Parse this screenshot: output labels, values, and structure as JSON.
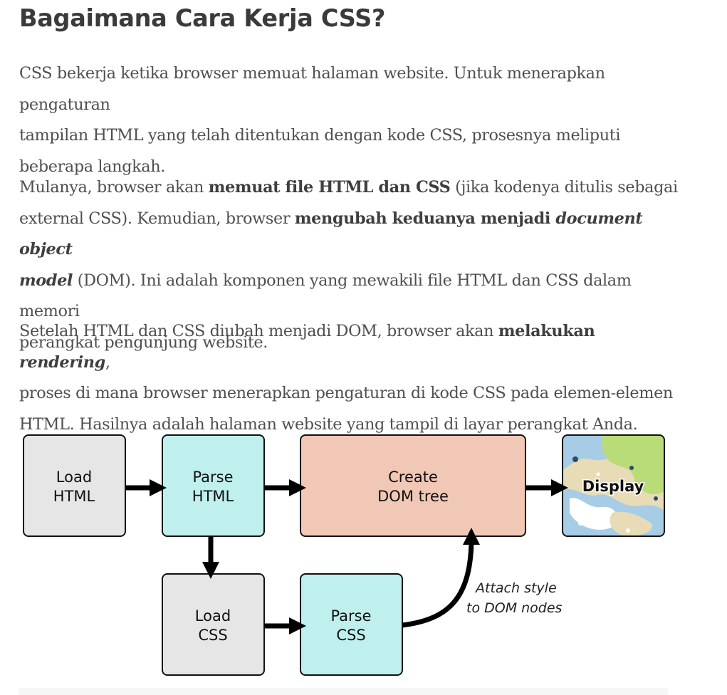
{
  "heading": "Bagaimana Cara Kerja CSS?",
  "paragraph1": {
    "lines": [
      "CSS bekerja ketika browser memuat halaman website. Untuk menerapkan pengaturan",
      "tampilan HTML yang telah ditentukan dengan kode CSS, prosesnya meliputi",
      "beberapa langkah."
    ]
  },
  "paragraph2": {
    "l1a": "Mulanya, browser akan ",
    "l1b": "memuat file HTML dan CSS",
    "l1c": " (jika kodenya ditulis sebagai",
    "l2a": "external CSS). Kemudian, browser ",
    "l2b": "mengubah keduanya menjadi ",
    "l2c": "document object",
    "l3a": "model",
    "l3b": " (DOM). Ini adalah komponen yang mewakili file HTML dan CSS dalam memori",
    "l4": "perangkat pengunjung website."
  },
  "paragraph3": {
    "l1a": "Setelah HTML dan CSS diubah menjadi DOM, browser akan ",
    "l1b": "melakukan ",
    "l1c": "rendering",
    "l1d": ",",
    "l2": "proses di mana browser menerapkan pengaturan di kode CSS pada elemen-elemen",
    "l3": "HTML. Hasilnya adalah halaman website yang tampil di layar perangkat Anda."
  },
  "diagram": {
    "load_html": [
      "Load",
      "HTML"
    ],
    "parse_html": [
      "Parse",
      "HTML"
    ],
    "create_dom": [
      "Create",
      "DOM tree"
    ],
    "display": "Display",
    "load_css": [
      "Load",
      "CSS"
    ],
    "parse_css": [
      "Parse",
      "CSS"
    ],
    "annotation": [
      "Attach style",
      "to DOM nodes"
    ],
    "colors": {
      "gray_box": "#e6e6e6",
      "cyan_box": "#bff0ee",
      "salmon_box": "#f1c8b5",
      "display_green": "#b9dc78",
      "display_blue": "#a6cce6",
      "display_tan": "#e8dcb6"
    }
  }
}
